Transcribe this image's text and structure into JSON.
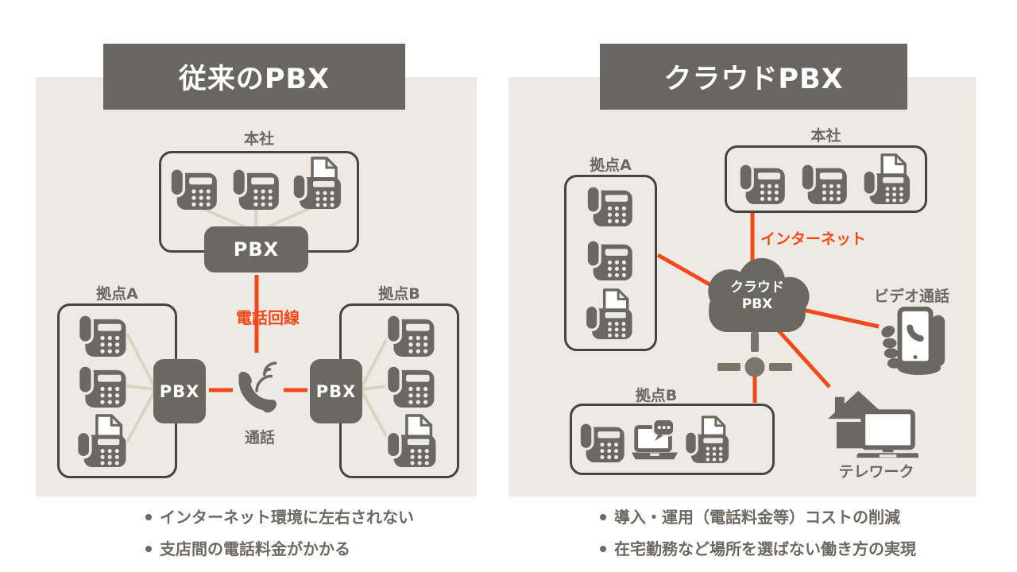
{
  "colors": {
    "accent_red": "#f4481a",
    "dark_gray": "#6a695f",
    "panel_beige": "#edeae3",
    "outline": "#45443f",
    "text_gray": "#6e6960",
    "connector": "#d8d5c5"
  },
  "left_panel": {
    "title": "従来のPBX",
    "hq_label": "本社",
    "branch_a_label": "拠点A",
    "branch_b_label": "拠点B",
    "pbx_label": "PBX",
    "phone_line_label": "電話回線",
    "call_label": "通話",
    "bullets": [
      "インターネット環境に左右されない",
      "支店間の電話料金がかかる"
    ]
  },
  "right_panel": {
    "title": "クラウドPBX",
    "hq_label": "本社",
    "branch_a_label": "拠点A",
    "branch_b_label": "拠点B",
    "internet_label": "インターネット",
    "cloud_line1": "クラウド",
    "cloud_line2": "PBX",
    "video_call_label": "ビデオ通話",
    "telework_label": "テレワーク",
    "bullets": [
      "導入・運用（電話料金等）コストの削減",
      "在宅勤務など場所を選ばない働き方の実現"
    ]
  }
}
